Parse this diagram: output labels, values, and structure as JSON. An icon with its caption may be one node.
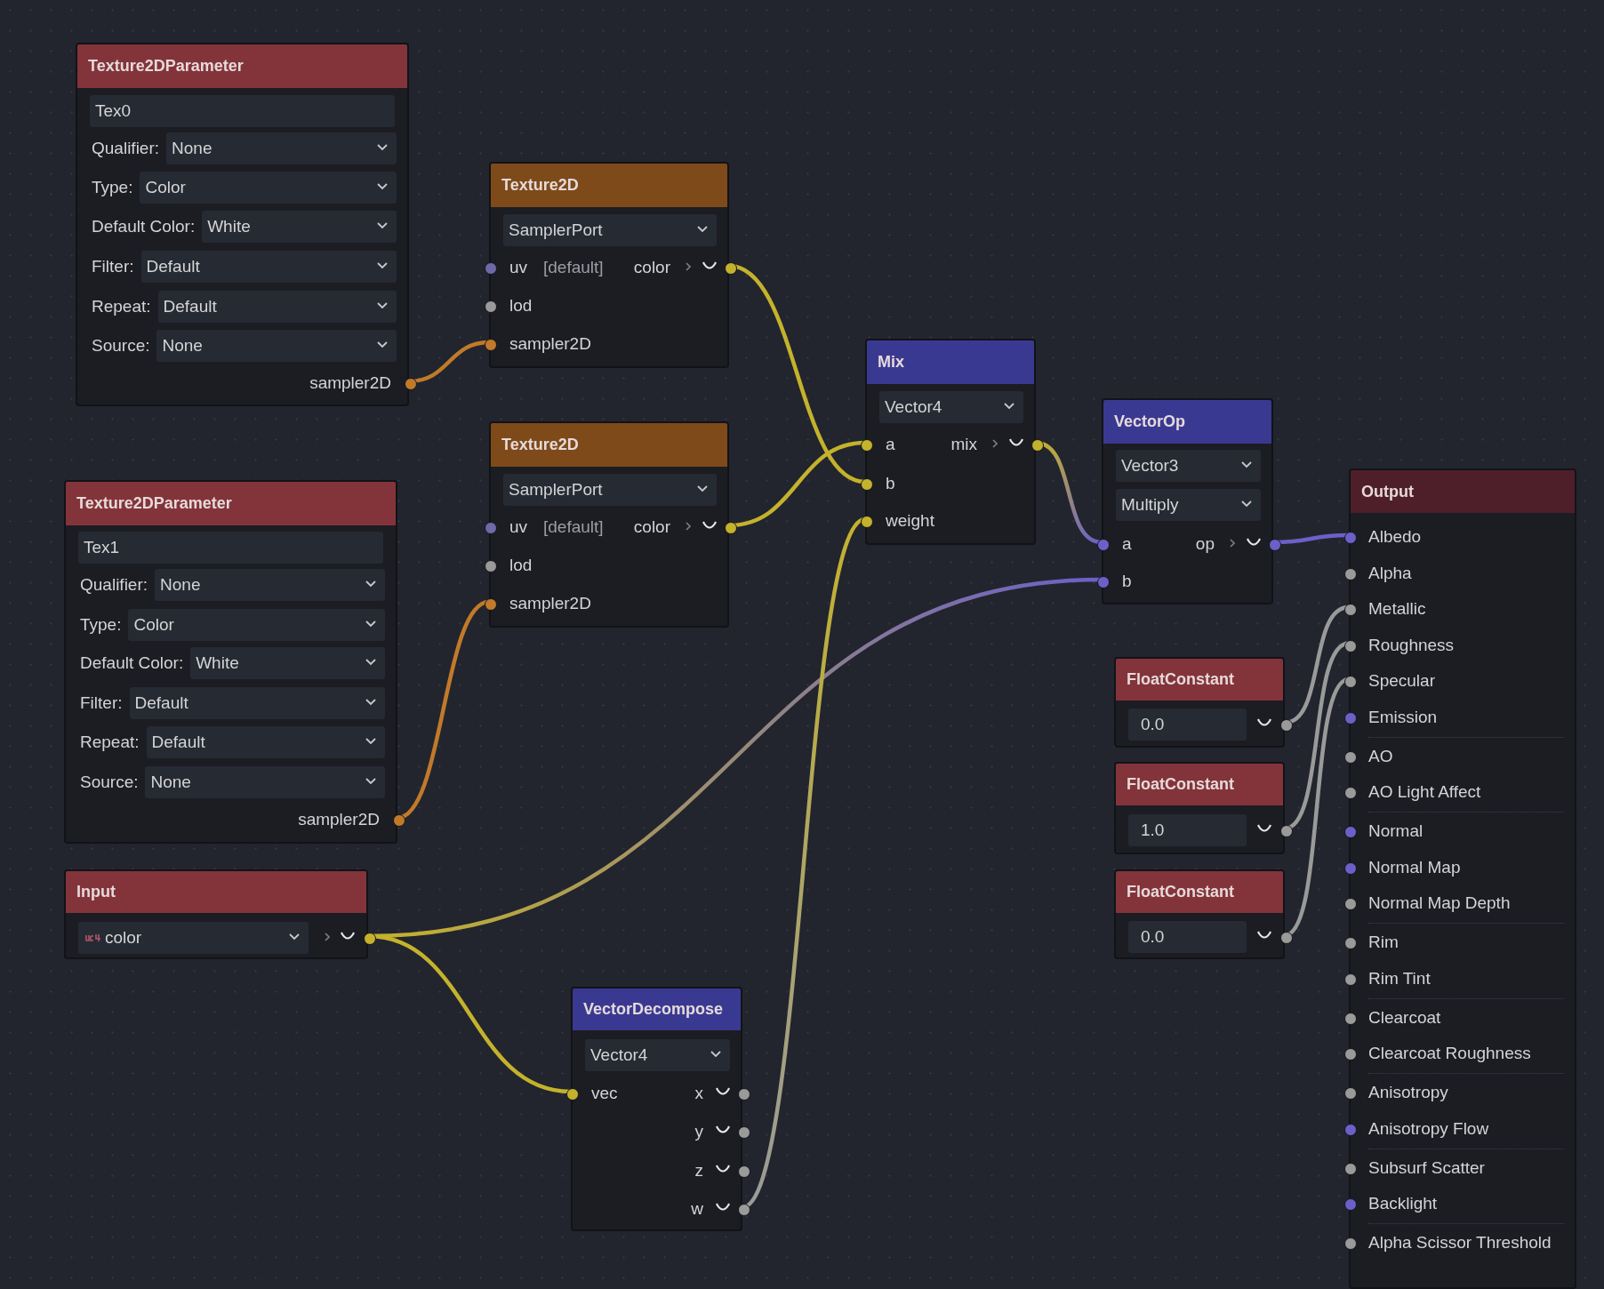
{
  "diagram": {
    "nodes": [
      {
        "text": [
          "Texture2DParameter",
          "Tex0",
          "Qualifier:",
          "None",
          "Type:",
          "Color",
          "Default Color:",
          "White",
          "Filter:",
          "Default",
          "Repeat:",
          "Default",
          "Source:",
          "None",
          "sampler2D"
        ]
      },
      {
        "text": [
          "Texture2D",
          "SamplerPort",
          "uv",
          "[default]",
          "color",
          "lod",
          "sampler2D"
        ]
      },
      {
        "text": [
          "Texture2D",
          "SamplerPort",
          "uv",
          "[default]",
          "color",
          "lod",
          "sampler2D"
        ]
      },
      {
        "text": [
          "Texture2DParameter",
          "Tex1",
          "Qualifier:",
          "None",
          "Type:",
          "Color",
          "Default Color:",
          "White",
          "Filter:",
          "Default",
          "Repeat:",
          "Default",
          "Source:",
          "None",
          "sampler2D"
        ]
      },
      {
        "text": [
          "Mix",
          "Vector4",
          "a",
          "mix",
          "b",
          "weight"
        ]
      },
      {
        "text": [
          "VectorOp",
          "Vector3",
          "Multiply",
          "a",
          "op",
          "b"
        ]
      },
      {
        "text": [
          "Output",
          "Albedo",
          "Alpha",
          "Metallic",
          "Roughness",
          "Specular",
          "Emission",
          "AO",
          "AO Light Affect",
          "Normal",
          "Normal Map",
          "Normal Map Depth",
          "Rim",
          "Rim Tint",
          "Clearcoat",
          "Clearcoat Roughness",
          "Anisotropy",
          "Anisotropy Flow",
          "Subsurf Scatter",
          "Backlight",
          "Alpha Scissor Threshold"
        ]
      },
      {
        "text": [
          "FloatConstant",
          "0.0"
        ]
      },
      {
        "text": [
          "FloatConstant",
          "1.0"
        ]
      },
      {
        "text": [
          "FloatConstant",
          "0.0"
        ]
      },
      {
        "text": [
          "Input",
          "color"
        ]
      },
      {
        "text": [
          "VectorDecompose",
          "Vector4",
          "vec",
          "x",
          "y",
          "z",
          "w"
        ]
      }
    ],
    "edges": [
      {
        "from": 0,
        "to": 1,
        "arrow": "none",
        "color": "#c07a2a"
      },
      {
        "from": 3,
        "to": 2,
        "arrow": "none",
        "color": "#c07a2a"
      },
      {
        "from": 1,
        "to": 4,
        "arrow": "none",
        "color": "#c4b22c"
      },
      {
        "from": 2,
        "to": 4,
        "arrow": "none",
        "color": "#c4b22c"
      },
      {
        "from": 10,
        "to": 5,
        "arrow": "none",
        "color": "#6c60c8"
      },
      {
        "from": 10,
        "to": 11,
        "arrow": "none",
        "color": "#c4b22c"
      },
      {
        "from": 11,
        "to": 4,
        "arrow": "none",
        "color": "#c4b22c"
      },
      {
        "from": 4,
        "to": 5,
        "arrow": "none",
        "color": "#6c60c8"
      },
      {
        "from": 5,
        "to": 6,
        "arrow": "none",
        "color": "#6c60c8"
      },
      {
        "from": 7,
        "to": 6,
        "arrow": "none",
        "color": "#9a9a9a"
      },
      {
        "from": 8,
        "to": 6,
        "arrow": "none",
        "color": "#9a9a9a"
      },
      {
        "from": 9,
        "to": 6,
        "arrow": "none",
        "color": "#9a9a9a"
      }
    ]
  }
}
